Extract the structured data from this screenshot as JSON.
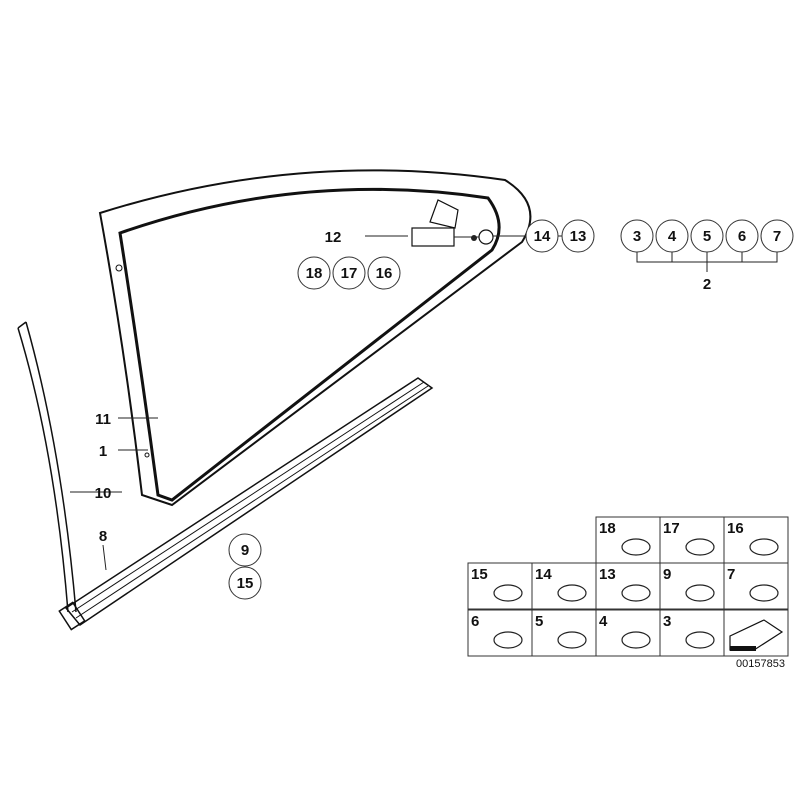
{
  "diagram": {
    "plain_labels": {
      "p12": "12",
      "p11": "11",
      "p1": "1",
      "p10": "10",
      "p8": "8"
    },
    "circled_labels": {
      "c14": "14",
      "c13": "13",
      "c3": "3",
      "c4": "4",
      "c5": "5",
      "c6": "6",
      "c7": "7",
      "c18": "18",
      "c17": "17",
      "c16": "16",
      "c9": "9",
      "c15": "15"
    },
    "group_label": "2",
    "parts_table": {
      "row1": [
        "18",
        "17",
        "16"
      ],
      "row2": [
        "15",
        "14",
        "13",
        "9",
        "7"
      ],
      "row3": [
        "6",
        "5",
        "4",
        "3"
      ]
    },
    "diagram_code": "00157853"
  }
}
